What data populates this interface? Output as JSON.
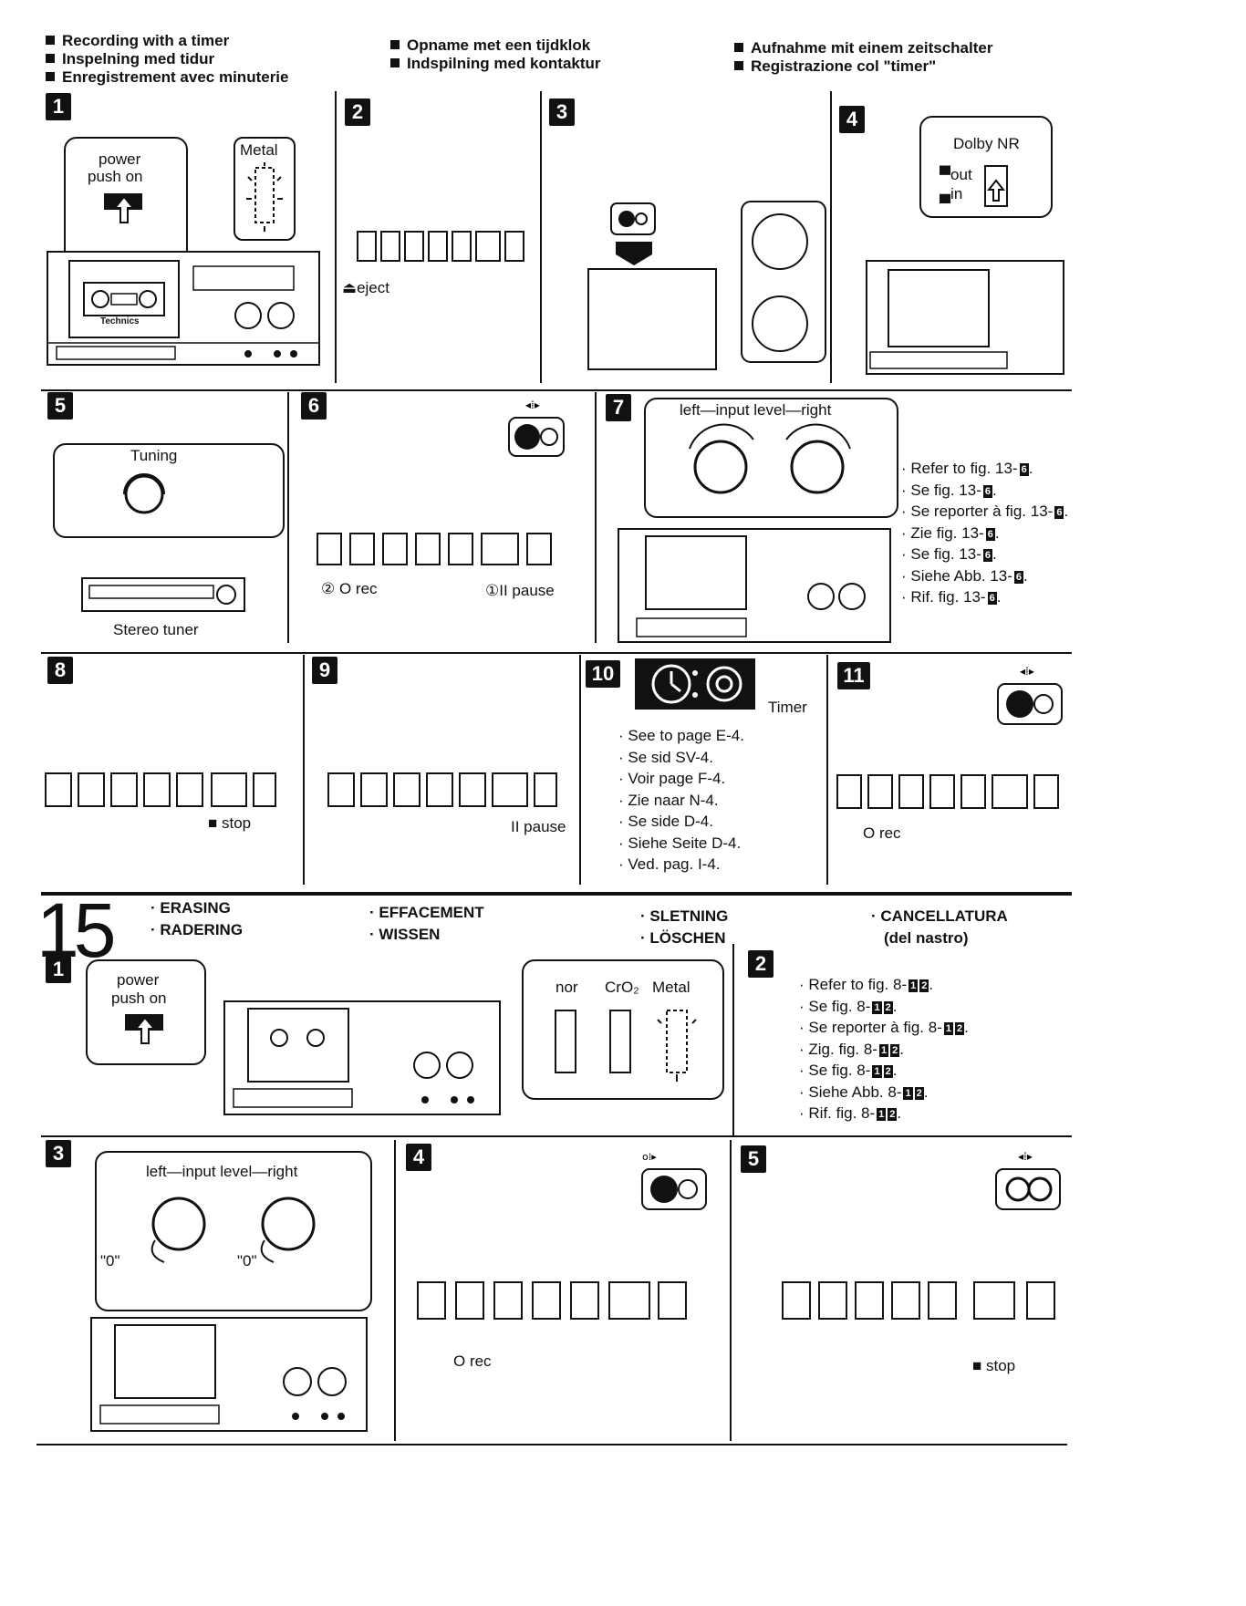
{
  "header": {
    "col1": [
      "Recording with a timer",
      "Inspelning med tidur",
      "Enregistrement avec minuterie"
    ],
    "col2": [
      "Opname met een tijdklok",
      "Indspilning med kontaktur"
    ],
    "col3": [
      "Aufnahme mit einem zeitschalter",
      "Registrazione col \"timer\""
    ]
  },
  "steps": [
    "1",
    "2",
    "3",
    "4",
    "5",
    "6",
    "7",
    "8",
    "9",
    "10",
    "11"
  ],
  "labels": {
    "power1": "power",
    "power2": "push on",
    "metal": "Metal",
    "eject": "eject",
    "dolby": "Dolby NR",
    "dolby_out": "out",
    "dolby_in": "in",
    "tuning": "Tuning",
    "stereo_tuner": "Stereo tuner",
    "rec_circle": "② O rec",
    "pause_circle": "①II pause",
    "input_level": "left—input level—right",
    "stop": "stop",
    "pause": "II pause",
    "timer": "Timer",
    "rec": "O rec",
    "brand": "Technics"
  },
  "refer13": {
    "items": [
      "Refer to fig. 13-",
      "Se fig. 13-",
      "Se reporter à fig. 13-",
      "Zie fig. 13-",
      "Se fig. 13-",
      "Siehe Abb. 13-",
      "Rif. fig. 13-"
    ],
    "ref": "6"
  },
  "timer_list": [
    "See to page E-4.",
    "Se sid SV-4.",
    "Voir page F-4.",
    "Zie naar N-4.",
    "Se side D-4.",
    "Siehe Seite D-4.",
    "Ved. pag. I-4."
  ],
  "section15": {
    "number": "15",
    "titles": [
      "ERASING",
      "RADERING",
      "EFFACEMENT",
      "WISSEN",
      "SLETNING",
      "LÖSCHEN",
      "CANCELLATURA",
      "(del nastro)"
    ],
    "steps": [
      "1",
      "2",
      "3",
      "4",
      "5"
    ],
    "tape_types": [
      "nor",
      "CrO₂",
      "Metal"
    ],
    "zero": "\"0\"",
    "refer8": {
      "items": [
        "Refer to fig. 8-",
        "Se fig. 8-",
        "Se reporter à fig. 8-",
        "Zig. fig. 8-",
        "Se fig. 8-",
        "Siehe Abb. 8-",
        "Rif. fig. 8-"
      ],
      "refs": [
        "1",
        "2"
      ]
    }
  }
}
